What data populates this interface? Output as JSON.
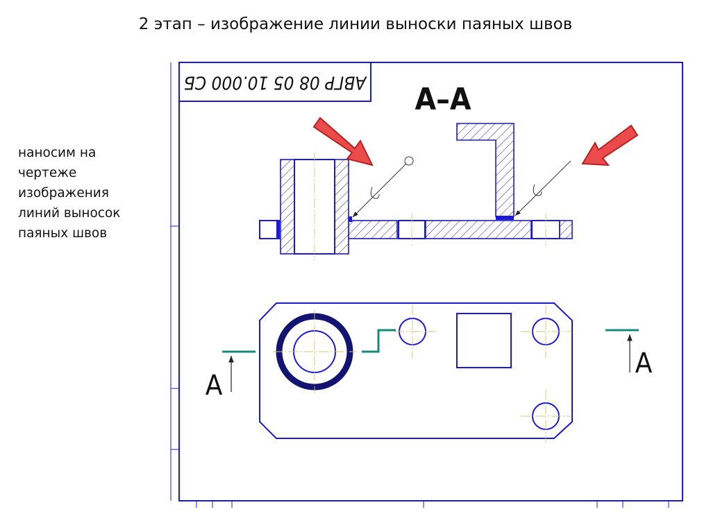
{
  "slide": {
    "title": "2 этап – изображение линии выноски паяных швов",
    "note_lines": [
      "наносим на",
      "чертеже",
      "изображения",
      "линий выносок",
      "паяных швов"
    ]
  },
  "drawing": {
    "stamp_text": "АВГР 08 05 10.000 СБ",
    "section_label": "А–А",
    "cut_label_left": "А",
    "cut_label_right": "А",
    "line_color": "#1a1ad6",
    "cut_line_color": "#138a7d",
    "arrow_color": "#ec4b4b",
    "centerline_color": "#d6c46a"
  }
}
